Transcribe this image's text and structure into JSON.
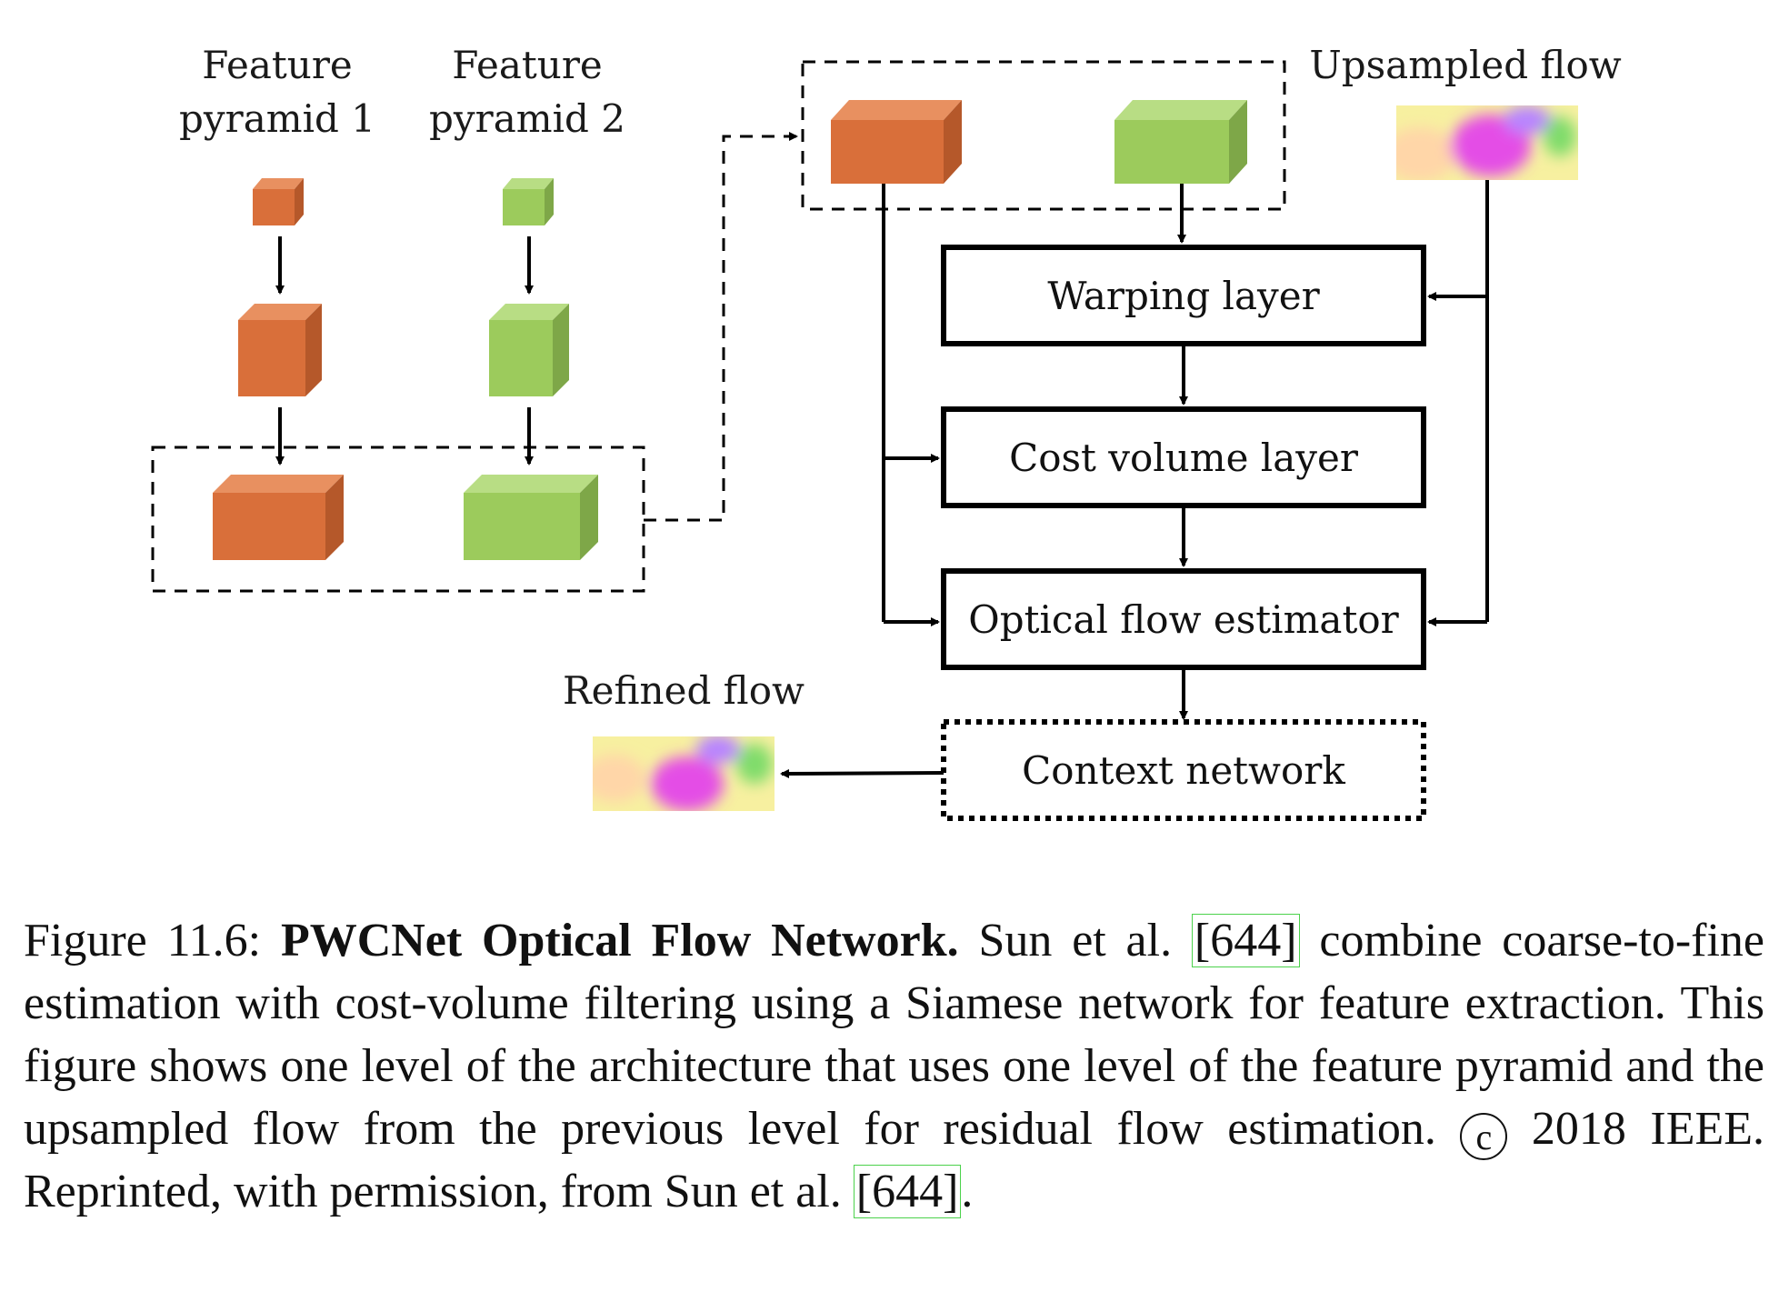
{
  "diagram": {
    "labels": {
      "pyramid1": [
        "Feature",
        "pyramid 1"
      ],
      "pyramid2": [
        "Feature",
        "pyramid 2"
      ],
      "upsampled_flow": "Upsampled flow",
      "refined_flow": "Refined flow"
    },
    "boxes": {
      "warping": "Warping layer",
      "cost_volume": "Cost volume layer",
      "flow_estimator": "Optical flow estimator",
      "context": "Context network"
    },
    "colors": {
      "orange": "#d96f3a",
      "green": "#9ccb5c",
      "flow_yellow": "#f7f0a0",
      "flow_magenta": "#e44de6",
      "flow_green": "#7fdc6a"
    }
  },
  "caption": {
    "label": "Figure 11.6:",
    "title": "PWCNet Optical Flow Network.",
    "text1": "Sun et al.",
    "cite1": "[644]",
    "text2": "combine coarse-to-fine estimation with cost-volume filtering using a Siamese network for feature extraction. This figure shows one level of the architecture that uses one level of the feature pyramid and the upsampled flow from the previous level for residual flow estimation.",
    "copyright_symbol": "c",
    "text3": "2018 IEEE. Reprinted, with permission, from Sun et al.",
    "cite2": "[644]",
    "text4": "."
  }
}
